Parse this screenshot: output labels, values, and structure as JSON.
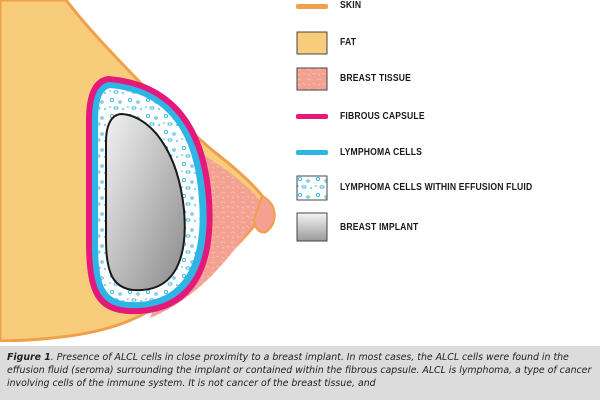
{
  "legend": [
    {
      "id": "skin",
      "label": "SKIN",
      "swatch": "line",
      "color": "#f0a04a"
    },
    {
      "id": "fat",
      "label": "FAT",
      "swatch": "box",
      "color": "#f7cd7c"
    },
    {
      "id": "breast-tissue",
      "label": "BREAST TISSUE",
      "swatch": "box",
      "color": "#f4a191"
    },
    {
      "id": "fibrous-capsule",
      "label": "FIBROUS CAPSULE",
      "swatch": "line",
      "color": "#e5197b"
    },
    {
      "id": "lymphoma-cells",
      "label": "LYMPHOMA CELLS",
      "swatch": "line",
      "color": "#2fb4e6"
    },
    {
      "id": "effusion-fluid",
      "label": "LYMPHOMA CELLS WITHIN EFFUSION FLUID",
      "swatch": "dots",
      "color": "#2fb4e6"
    },
    {
      "id": "breast-implant",
      "label": "BREAST IMPLANT",
      "swatch": "gradient",
      "color": "#9a9a9a"
    }
  ],
  "caption": {
    "figure_label": "Figure 1",
    "text": ". Presence of ALCL cells in close proximity to a breast implant. In most cases, the ALCL cells were found in the effusion fluid (seroma) surrounding the implant or contained within the fibrous capsule. ALCL is lymphoma, a type of cancer involving cells of the immune system. It is not cancer of the breast tissue, and"
  }
}
